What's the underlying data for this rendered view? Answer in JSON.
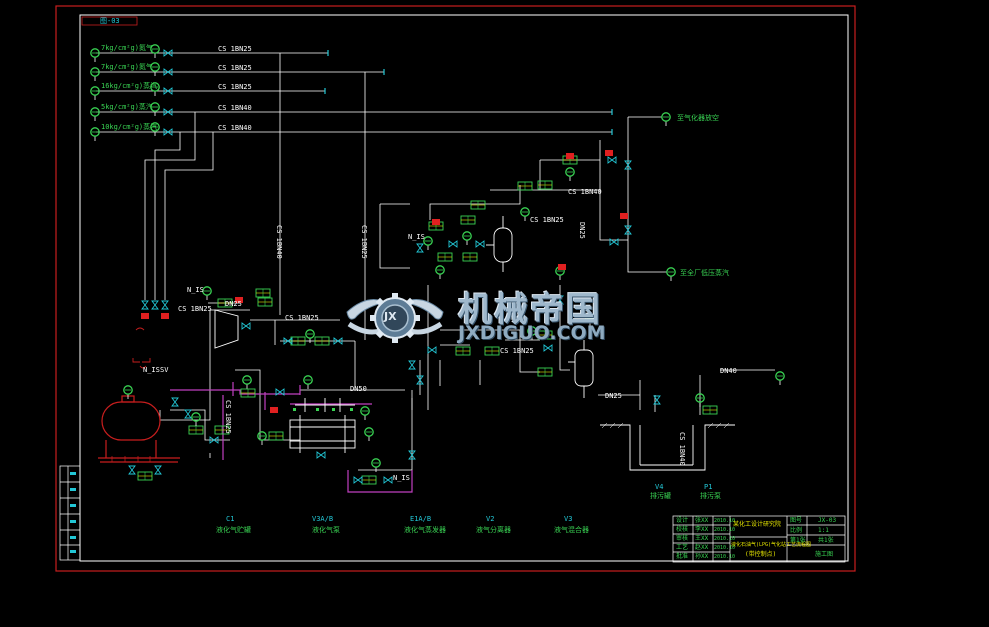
{
  "drawing": {
    "sheet_tag": "图-03",
    "headers": [
      {
        "id": "h7",
        "label": "7kg/cm²g)氮气",
        "tag": "CS 1BN25"
      },
      {
        "id": "h7b",
        "label": "7kg/cm²g)氮气",
        "tag": "CS 1BN25"
      },
      {
        "id": "h16",
        "label": "16kg/cm²g)蒸汽",
        "tag": "CS 1BN25"
      },
      {
        "id": "h5",
        "label": "5kg/cm²g)蒸汽",
        "tag": "CS 1BN40"
      },
      {
        "id": "h10",
        "label": "10kg/cm²g)蒸汽",
        "tag": "CS 1BN40"
      }
    ],
    "line_tags": {
      "v1": "CS 1BN40",
      "v2": "CS 1BN25",
      "h_pump": "CS 1BN25",
      "pump_small": "CS 1BN25",
      "dn50": "DN50",
      "tank_branch": "CS 1BN25",
      "right_branch": "CS 1BN25",
      "right_short": "CS 1BN40",
      "pit": "CS 1BN25",
      "pit_vert": "CS 1BN40",
      "dn25": "DN25",
      "dn40": "DN40",
      "dn25b": "DN25",
      "dn25c": "DN25"
    },
    "valve_tags": {
      "n1": "N_IS",
      "n2": "N_IS",
      "n3": "N_IS",
      "n4": "N_IS",
      "sv": "SV"
    },
    "outlets": {
      "top": "至气化器放空",
      "bottom": "至全厂低压蒸汽"
    },
    "equipment": [
      {
        "code": "C1",
        "name": "液化气贮罐"
      },
      {
        "code": "V3A/B",
        "name": "液化气泵"
      },
      {
        "code": "E1A/B",
        "name": "液化气蒸发器"
      },
      {
        "code": "V2",
        "name": "液气分离器"
      },
      {
        "code": "V3",
        "name": "液气混合器"
      },
      {
        "code": "V4",
        "name": "排污罐"
      },
      {
        "code": "P1",
        "name": "排污泵"
      }
    ],
    "title_block": {
      "rows": [
        [
          "设计",
          "张XX",
          "2010.10"
        ],
        [
          "校核",
          "李XX",
          "2010.10"
        ],
        [
          "审核",
          "王XX",
          "2010.10"
        ],
        [
          "工艺",
          "赵XX",
          "2010.10"
        ],
        [
          "批准",
          "孙XX",
          "2010.10"
        ]
      ],
      "company": "某化工设计研究院",
      "drawing_title": "液化石油气(LPG)气化站工艺流程图",
      "drawing_subtitle": "(带控制点)",
      "drawing_no_label": "图号",
      "drawing_no": "JX-03",
      "scale_label": "比例",
      "scale": "1:1",
      "sheet_label": "第1张",
      "sheets": "共1张",
      "stage": "施工图"
    },
    "watermark": {
      "badge": "JX",
      "cn": "机械帝国",
      "en": "JXDIGUO.COM"
    },
    "colors": {
      "background": "#000000",
      "border": "#c81e1e",
      "frame": "#ffffff",
      "pipe": "#ffffff",
      "instrument": "#39d353",
      "valve": "#22c7d6",
      "magenta_line": "#c040c0",
      "alarm": "#e02020",
      "text": "#39d353"
    }
  }
}
